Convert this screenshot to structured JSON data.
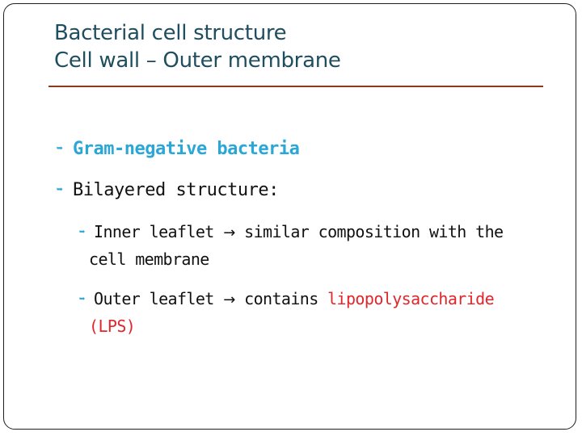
{
  "slide": {
    "title_line1": "Bacterial cell structure",
    "title_line2": "Cell wall – Outer membrane",
    "bullets": [
      {
        "text": "Gram-negative bacteria",
        "color": "#2aa7d6"
      },
      {
        "text": "Bilayered structure:"
      }
    ],
    "sub_bullets": [
      {
        "lead": "Inner leaflet",
        "arrow": "→",
        "rest": "similar composition with the",
        "continuation": "cell membrane"
      },
      {
        "lead": "Outer leaflet",
        "arrow": "→",
        "rest": "contains",
        "highlight": "lipopolysaccharide",
        "continuation_highlight": "(LPS)",
        "highlight_color": "#e0262b"
      }
    ],
    "marker_icon": "curved-arrow-bullet-icon",
    "title_color": "#1f4e5f",
    "rule_color": "#8b3a20"
  }
}
